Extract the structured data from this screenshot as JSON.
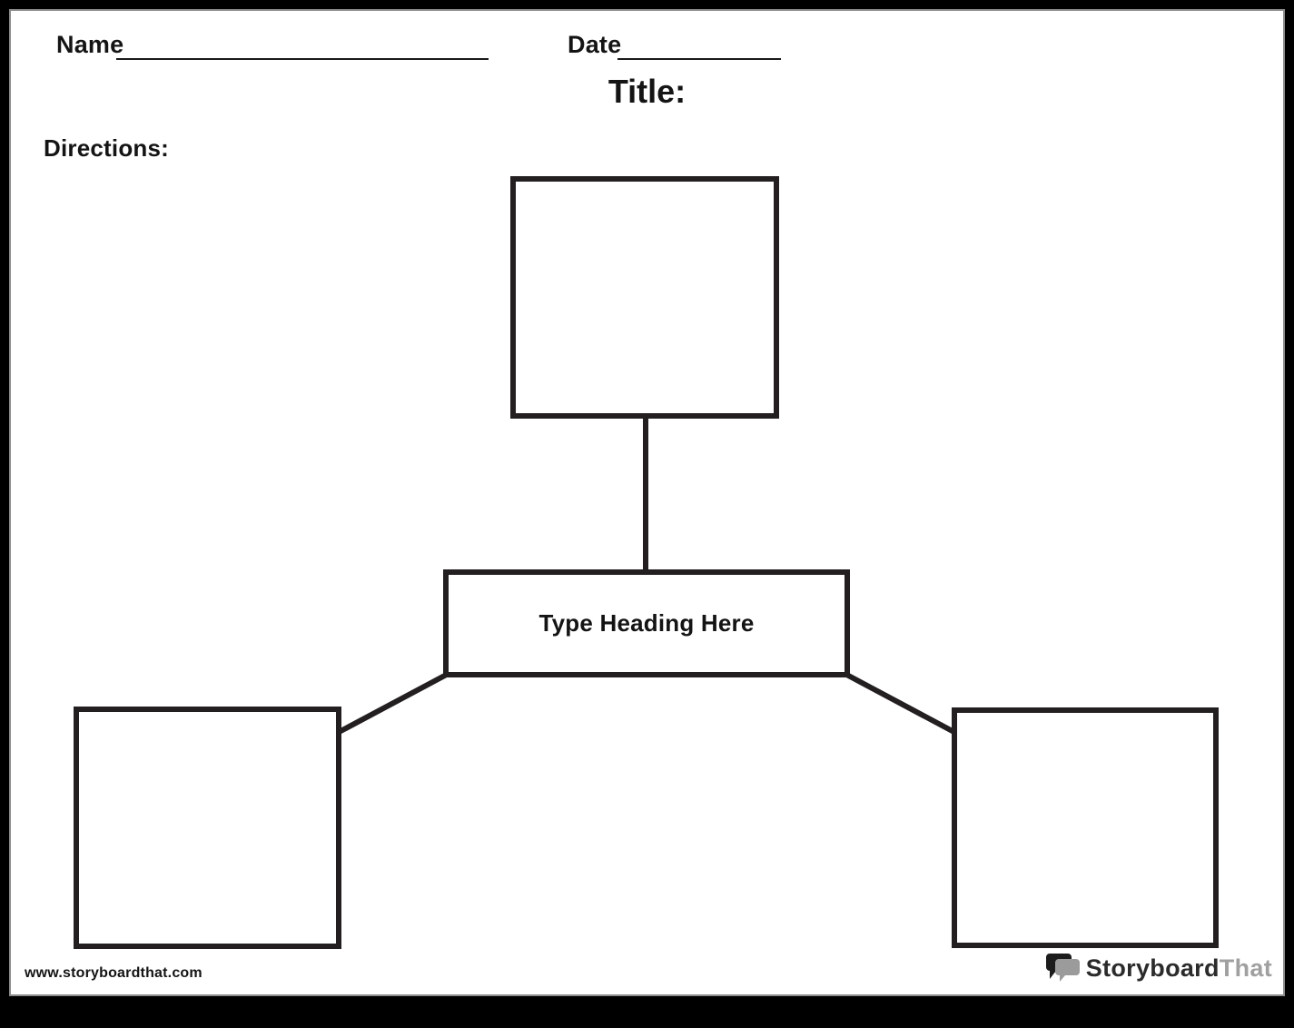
{
  "header": {
    "name_label": "Name",
    "date_label": "Date",
    "title_label": "Title:",
    "directions_label": "Directions:"
  },
  "diagram": {
    "type": "spider-map",
    "center_heading": "Type Heading Here",
    "node_count": 3,
    "nodes": [
      "",
      "",
      ""
    ]
  },
  "footer": {
    "website": "www.storyboardthat.com",
    "brand_primary": "Storyboard",
    "brand_secondary": "That",
    "logo_icon": "speech-bubbles-icon"
  },
  "colors": {
    "ink": "#231f20",
    "frame_background": "#000000",
    "page_background": "#ffffff",
    "logo_gray": "#9b9b9b",
    "page_border": "#8d8d8d"
  }
}
